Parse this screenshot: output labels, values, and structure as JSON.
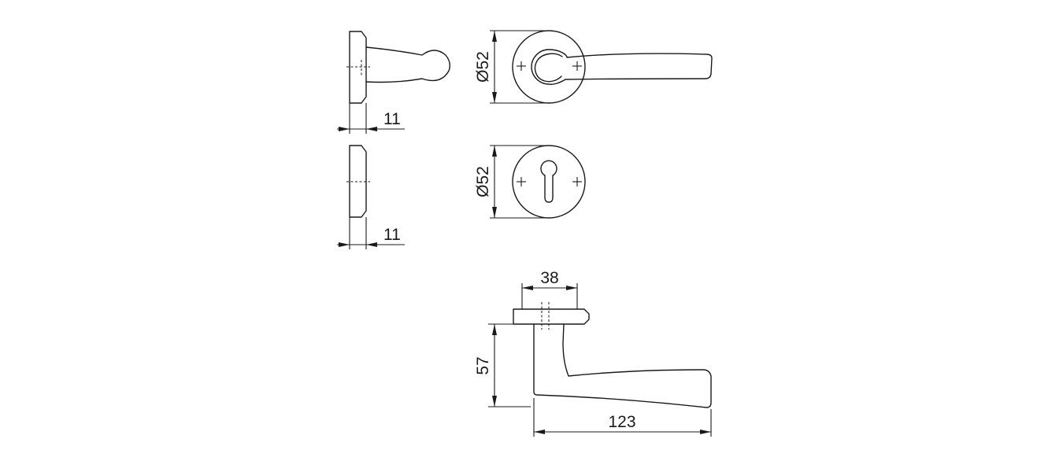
{
  "dimensions": {
    "rose_side_thickness": "11",
    "rose_diameter": "Ø52",
    "escutcheon_side_thickness": "11",
    "escutcheon_diameter": "Ø52",
    "rose_width": "38",
    "handle_height": "57",
    "handle_length": "123"
  },
  "colors": {
    "line": "#1a1a1a",
    "background": "#ffffff"
  }
}
